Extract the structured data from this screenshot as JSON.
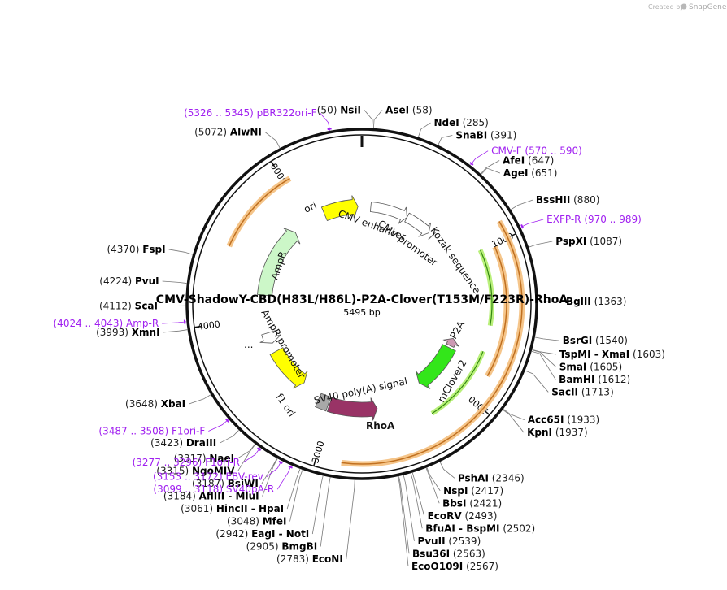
{
  "plasmid": {
    "name": "CMV-ShadowY-CBD(H83L/H86L)-P2A-Clover(T153M/F223R)-RhoA",
    "length_label": "5495 bp",
    "total_bp": 5495
  },
  "watermark": {
    "prefix": "Created by",
    "brand": "SnapGene"
  },
  "ticks": [
    {
      "bp": 1000,
      "label": "1000"
    },
    {
      "bp": 2000,
      "label": "2000"
    },
    {
      "bp": 3000,
      "label": "3000"
    },
    {
      "bp": 4000,
      "label": "4000"
    },
    {
      "bp": 5000,
      "label": "5000"
    }
  ],
  "sites_right": [
    {
      "name": "AseI",
      "pos": "(58)",
      "bp": 58
    },
    {
      "name": "NdeI",
      "pos": "(285)",
      "bp": 285
    },
    {
      "name": "SnaBI",
      "pos": "(391)",
      "bp": 391
    },
    {
      "name": "AfeI",
      "pos": "(647)",
      "bp": 647
    },
    {
      "name": "AgeI",
      "pos": "(651)",
      "bp": 651
    },
    {
      "name": "BssHII",
      "pos": "(880)",
      "bp": 880
    },
    {
      "name": "PspXI",
      "pos": "(1087)",
      "bp": 1087
    },
    {
      "name": "BglII",
      "pos": "(1363)",
      "bp": 1363
    },
    {
      "name": "BsrGI",
      "pos": "(1540)",
      "bp": 1540
    },
    {
      "name": "TspMI - XmaI",
      "pos": "(1603)",
      "bp": 1603
    },
    {
      "name": "SmaI",
      "pos": "(1605)",
      "bp": 1605
    },
    {
      "name": "BamHI",
      "pos": "(1612)",
      "bp": 1612
    },
    {
      "name": "SacII",
      "pos": "(1713)",
      "bp": 1713
    },
    {
      "name": "Acc65I",
      "pos": "(1933)",
      "bp": 1933
    },
    {
      "name": "KpnI",
      "pos": "(1937)",
      "bp": 1937
    },
    {
      "name": "PshAI",
      "pos": "(2346)",
      "bp": 2346
    },
    {
      "name": "NspI",
      "pos": "(2417)",
      "bp": 2417
    },
    {
      "name": "BbsI",
      "pos": "(2421)",
      "bp": 2421
    },
    {
      "name": "EcoRV",
      "pos": "(2493)",
      "bp": 2493
    },
    {
      "name": "BfuAI - BspMI",
      "pos": "(2502)",
      "bp": 2502
    },
    {
      "name": "PvuII",
      "pos": "(2539)",
      "bp": 2539
    },
    {
      "name": "Bsu36I",
      "pos": "(2563)",
      "bp": 2563
    },
    {
      "name": "EcoO109I",
      "pos": "(2567)",
      "bp": 2567
    }
  ],
  "sites_left": [
    {
      "name": "NsiI",
      "pos": "(50)",
      "bp": 50
    },
    {
      "name": "AlwNI",
      "pos": "(5072)",
      "bp": 5072
    },
    {
      "name": "FspI",
      "pos": "(4370)",
      "bp": 4370
    },
    {
      "name": "PvuI",
      "pos": "(4224)",
      "bp": 4224
    },
    {
      "name": "ScaI",
      "pos": "(4112)",
      "bp": 4112
    },
    {
      "name": "XmnI",
      "pos": "(3993)",
      "bp": 3993
    },
    {
      "name": "XbaI",
      "pos": "(3648)",
      "bp": 3648
    },
    {
      "name": "DraIII",
      "pos": "(3423)",
      "bp": 3423
    },
    {
      "name": "NaeI",
      "pos": "(3317)",
      "bp": 3317
    },
    {
      "name": "NgoMIV",
      "pos": "(3315)",
      "bp": 3315
    },
    {
      "name": "BsiWI",
      "pos": "(3187)",
      "bp": 3187
    },
    {
      "name": "AflIII - MluI",
      "pos": "(3184)",
      "bp": 3184
    },
    {
      "name": "HincII - HpaI",
      "pos": "(3061)",
      "bp": 3061
    },
    {
      "name": "MfeI",
      "pos": "(3048)",
      "bp": 3048
    },
    {
      "name": "EagI - NotI",
      "pos": "(2942)",
      "bp": 2942
    },
    {
      "name": "BmgBI",
      "pos": "(2905)",
      "bp": 2905
    },
    {
      "name": "EcoNI",
      "pos": "(2783)",
      "bp": 2783
    }
  ],
  "primers": [
    {
      "name": "pBR322ori-F",
      "range": "(5326 .. 5345)",
      "bp": 5335,
      "side": "left"
    },
    {
      "name": "CMV-F",
      "range": "(570 .. 590)",
      "bp": 580,
      "side": "right"
    },
    {
      "name": "EXFP-R",
      "range": "(970 .. 989)",
      "bp": 980,
      "side": "right"
    },
    {
      "name": "Amp-R",
      "range": "(4024 .. 4043)",
      "bp": 4033,
      "side": "left"
    },
    {
      "name": "F1ori-F",
      "range": "(3487 .. 3508)",
      "bp": 3497,
      "side": "left"
    },
    {
      "name": "F1ori-R",
      "range": "(3277 .. 3296)",
      "bp": 3286,
      "side": "left"
    },
    {
      "name": "EBV-rev",
      "range": "(3153 .. 3172)",
      "bp": 3162,
      "side": "left"
    },
    {
      "name": "SV40pA-R",
      "range": "(3099 .. 3118)",
      "bp": 3108,
      "side": "left"
    }
  ],
  "features": {
    "cmv_enhancer": "CMV enhancer",
    "cmv_promoter": "CMV promoter",
    "kozak": "Kozak sequence",
    "p2a": "P2A",
    "mclover2": "mClover2",
    "rhoa": "RhoA",
    "sv40_polya": "SV40 poly(A) signal",
    "f1_ori": "f1 ori",
    "ampr_promoter": "AmpR promoter",
    "ampr": "AmpR",
    "ori": "ori",
    "ampr_dots": "..."
  },
  "colors": {
    "backbone": "#111111",
    "ori": "#ffff00",
    "ampr": "#ccf7c8",
    "f1_ori": "#ffff00",
    "mclover2": "#33e61a",
    "rhoa": "#993366",
    "p2a": "#cc99b3",
    "orf_outline": "#f5c58a",
    "primer": "#a020f0",
    "grey_feature": "#a8a8a8"
  }
}
